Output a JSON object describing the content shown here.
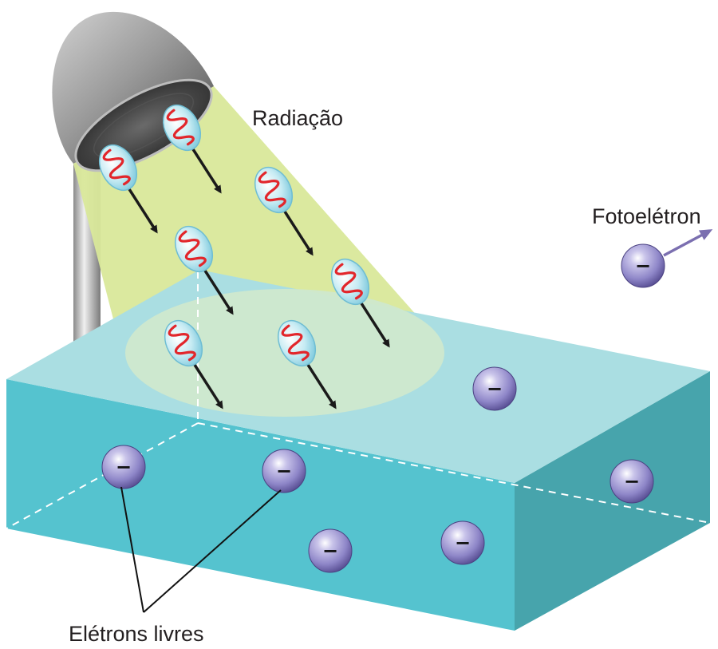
{
  "labels": {
    "radiation": "Radiação",
    "photoelectron": "Fotoelétron",
    "free_electrons": "Elétrons livres"
  },
  "electron_sign": "−",
  "colors": {
    "block_top": "#aadee2",
    "block_front": "#55c3cf",
    "block_side": "#47a4ac",
    "light_beam": "#d9e89a",
    "lit_spot": "#cde8cf",
    "photon_wave": "#e2262b",
    "photon_body": "#bfe7f0",
    "electron": "#8e86c8",
    "photoelectron_arrow": "#7b6fb0",
    "photon_arrow": "#1a1a1a"
  },
  "icons": [
    "lamp-icon",
    "photon-icon",
    "electron-icon"
  ]
}
